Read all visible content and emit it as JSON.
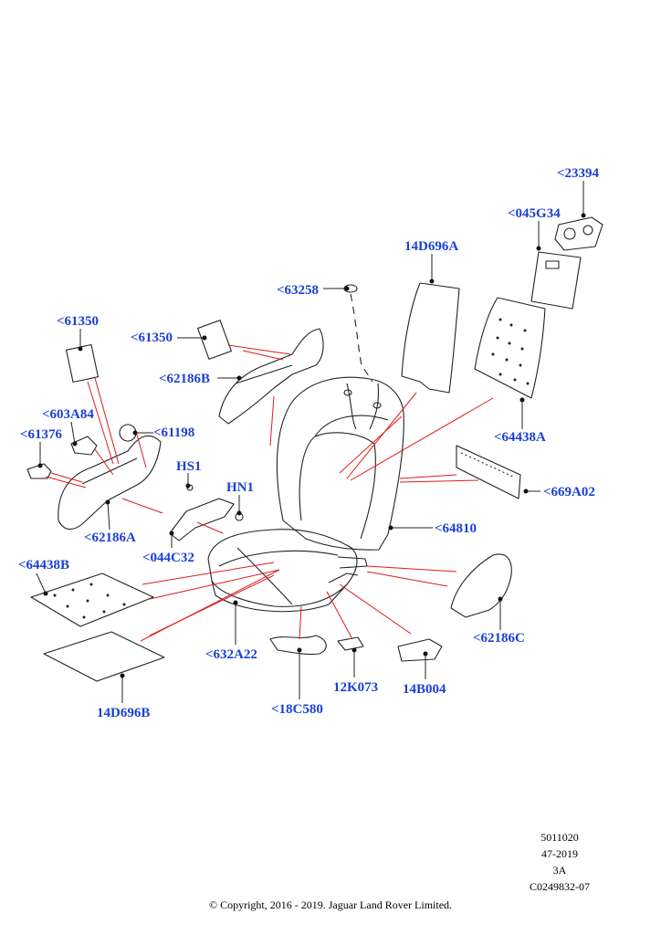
{
  "labels": {
    "p23394": "<23394",
    "p045G34": "<045G34",
    "p14D696A": "14D696A",
    "p63258": "<63258",
    "p61350_a": "<61350",
    "p61350_b": "<61350",
    "p62186B": "<62186B",
    "p64438A": "<64438A",
    "p603A84": "<603A84",
    "p61198": "<61198",
    "p61376": "<61376",
    "pHS1": "HS1",
    "pHN1": "HN1",
    "p669A02": "<669A02",
    "p62186A": "<62186A",
    "p64810": "<64810",
    "p044C32": "<044C32",
    "p64438B": "<64438B",
    "p62186C": "<62186C",
    "p632A22": "<632A22",
    "p12K073": "12K073",
    "p14B004": "14B004",
    "p14D696B": "14D696B",
    "p18C580": "<18C580"
  },
  "info": {
    "line1": "5011020",
    "line2": "47-2019",
    "line3": "3A",
    "line4": "C0249832-07"
  },
  "copyright": "© Copyright, 2016 - 2019. Jaguar Land Rover Limited.",
  "colors": {
    "label": "#1a3fd6",
    "leader": "#e01b1b",
    "linework": "#222222"
  }
}
